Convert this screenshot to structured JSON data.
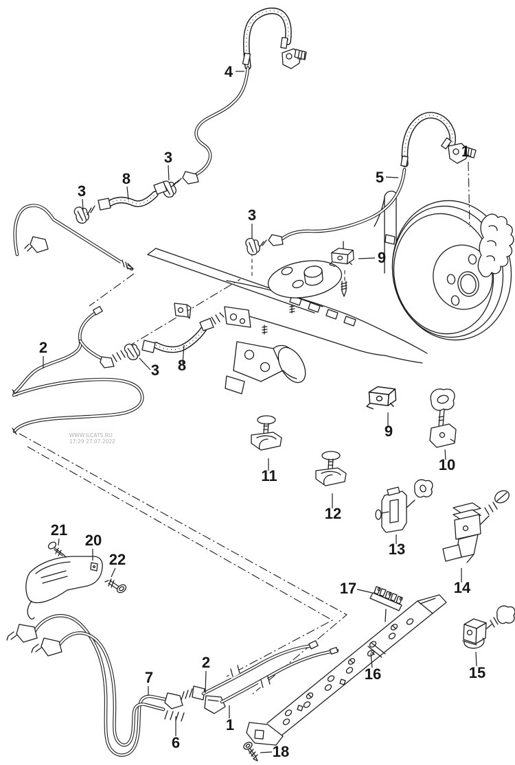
{
  "diagram": {
    "background": "#ffffff",
    "line_color": "#1c1c1c",
    "watermark": {
      "line1": "WWW.ILCATS.RU",
      "line2": "17:29 27.07.2022",
      "color": "#b0b0b0"
    },
    "callouts": [
      {
        "label": "4"
      },
      {
        "label": "3"
      },
      {
        "label": "8"
      },
      {
        "label": "3"
      },
      {
        "label": "3"
      },
      {
        "label": "5"
      },
      {
        "label": "1"
      },
      {
        "label": "9"
      },
      {
        "label": "2"
      },
      {
        "label": "3"
      },
      {
        "label": "8"
      },
      {
        "label": "11"
      },
      {
        "label": "12"
      },
      {
        "label": "9"
      },
      {
        "label": "10"
      },
      {
        "label": "13"
      },
      {
        "label": "14"
      },
      {
        "label": "17"
      },
      {
        "label": "21"
      },
      {
        "label": "20"
      },
      {
        "label": "22"
      },
      {
        "label": "7"
      },
      {
        "label": "2"
      },
      {
        "label": "6"
      },
      {
        "label": "1"
      },
      {
        "label": "16"
      },
      {
        "label": "15"
      },
      {
        "label": "18"
      }
    ]
  }
}
